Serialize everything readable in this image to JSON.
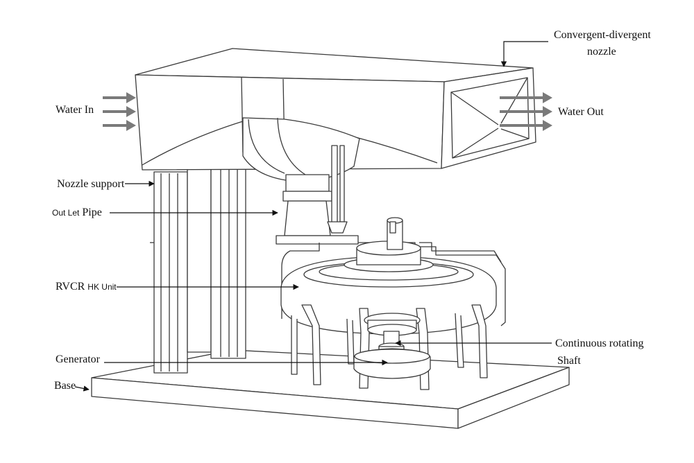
{
  "labels": {
    "nozzle_line1": "Convergent-divergent",
    "nozzle_line2": "nozzle",
    "water_in": "Water In",
    "water_out": "Water Out",
    "nozzle_support": "Nozzle support",
    "outlet_small": "Out Let",
    "outlet_pipe": "Pipe",
    "rvcr": "RVCR",
    "rvcr_small": "HK Unit",
    "shaft_line1": "Continuous rotating",
    "shaft_line2": "Shaft",
    "generator": "Generator",
    "base": "Base"
  },
  "colors": {
    "line": "#3a3a3a",
    "arrow": "#7a7a7a",
    "fill": "#ffffff"
  }
}
